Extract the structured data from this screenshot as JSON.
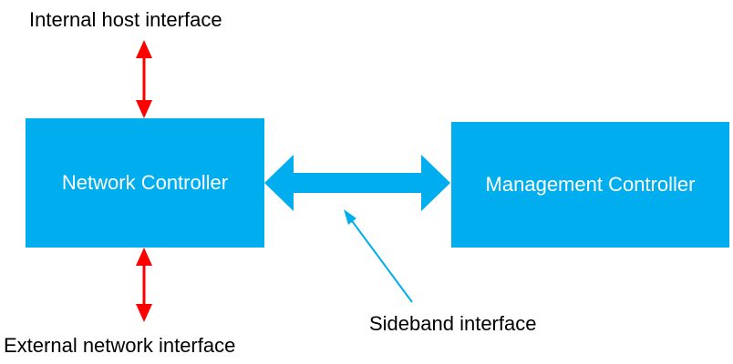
{
  "diagram": {
    "internal_host_label": "Internal host interface",
    "external_network_label": "External network interface",
    "sideband_label": "Sideband interface",
    "network_controller_label": "Network Controller",
    "management_controller_label": "Management Controller"
  },
  "colors": {
    "box_fill": "#00adef",
    "red_arrow": "#ff0000",
    "sideband_arrow": "#00adef",
    "pointer_line": "#00adef",
    "box_text": "#ffffff",
    "label_text": "#000000"
  }
}
